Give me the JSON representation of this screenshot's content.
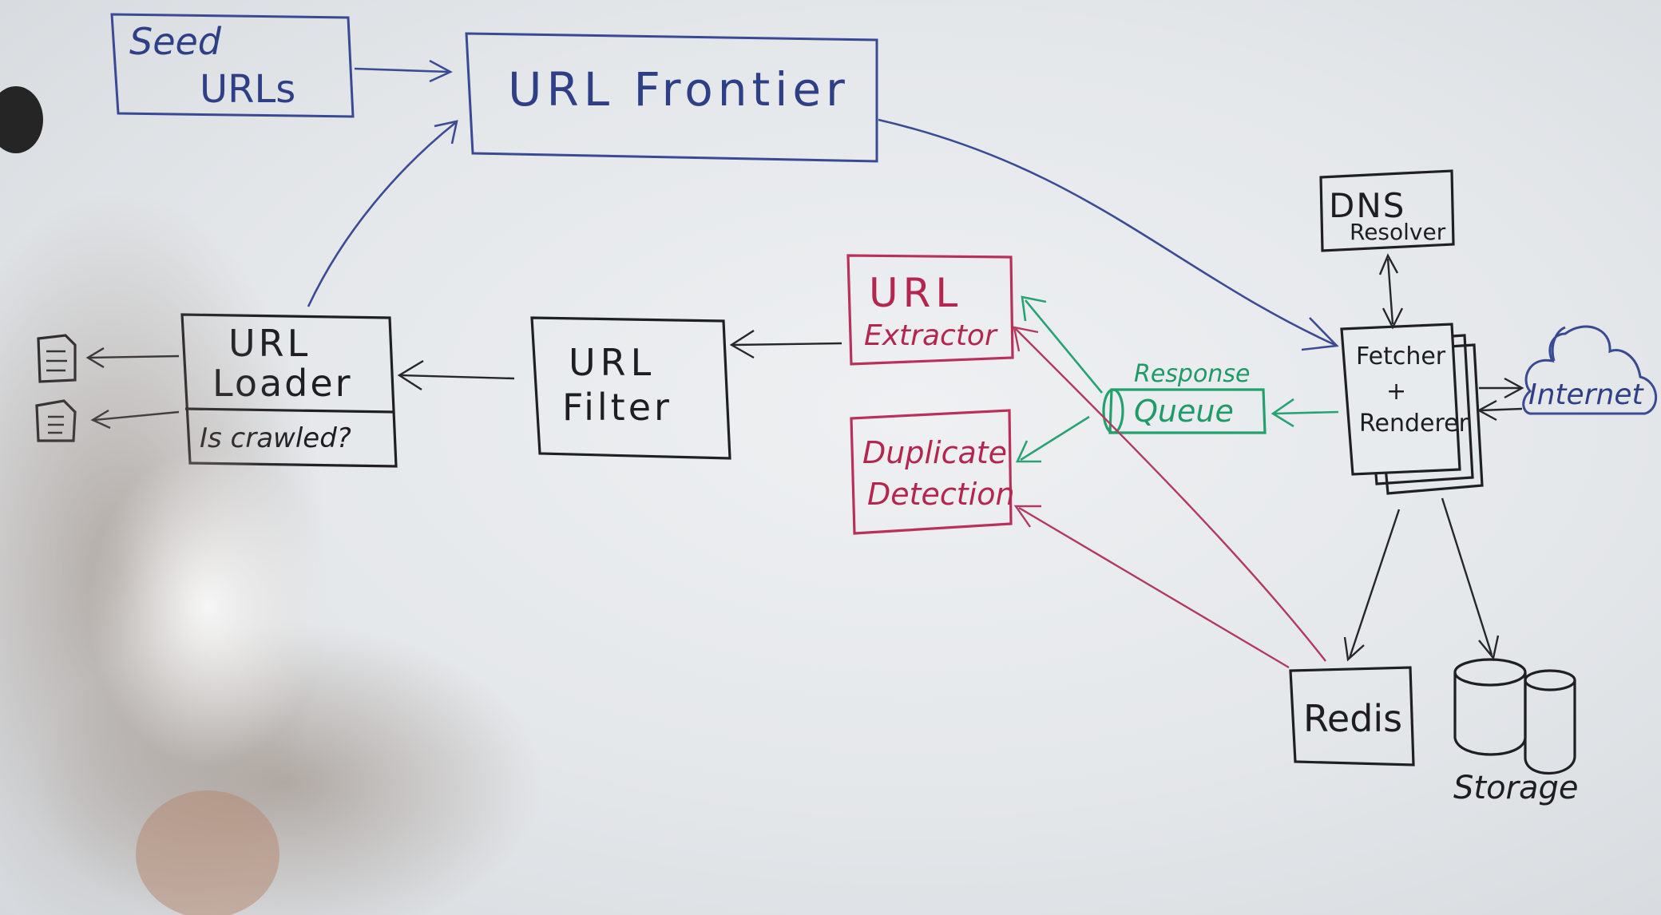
{
  "nodes": {
    "seed_urls": {
      "line1": "Seed",
      "line2": "URLs"
    },
    "url_frontier": {
      "label": "URL Frontier"
    },
    "url_loader": {
      "line1": "URL",
      "line2": "Loader",
      "check": "Is crawled?"
    },
    "url_filter": {
      "line1": "URL",
      "line2": "Filter"
    },
    "url_extractor": {
      "line1": "URL",
      "line2": "Extractor"
    },
    "duplicate_detection": {
      "line1": "Duplicate",
      "line2": "Detection"
    },
    "response_queue": {
      "caption": "Response",
      "label": "Queue"
    },
    "fetcher_renderer": {
      "line1": "Fetcher",
      "line2": "+",
      "line3": "Renderer"
    },
    "dns_resolver": {
      "line1": "DNS",
      "line2": "Resolver"
    },
    "internet": {
      "label": "Internet"
    },
    "redis": {
      "label": "Redis"
    },
    "storage": {
      "label": "Storage"
    }
  },
  "colors": {
    "blue": "#2e3f86",
    "black": "#1d1d22",
    "red": "#b3264f",
    "green": "#1f9a68"
  }
}
